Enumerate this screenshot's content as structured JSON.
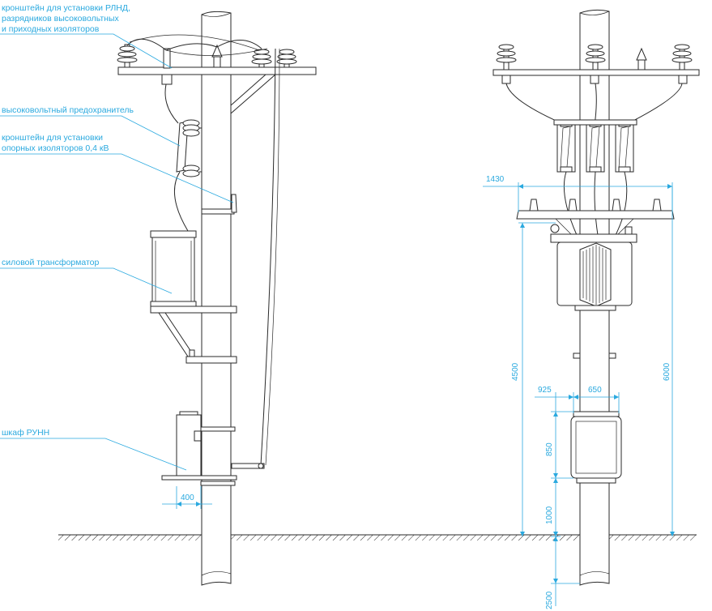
{
  "labels": {
    "bracket_rlnd_1": "кронштейн для установки РЛНД,",
    "bracket_rlnd_2": "разрядников высоковольтных",
    "bracket_rlnd_3": "и приходных изоляторов",
    "hv_fuse": "высоковольтный предохранитель",
    "bracket_support_1": "кронштейн для установки",
    "bracket_support_2": "опорных изоляторов 0,4 кВ",
    "transformer": "силовой трансформатор",
    "cabinet": "шкаф РУНН"
  },
  "dimensions": {
    "d400": "400",
    "d1430": "1430",
    "d4500": "4500",
    "d6000": "6000",
    "d925": "925",
    "d650": "650",
    "d850": "850",
    "d1000": "1000",
    "d2500": "2500"
  },
  "colors": {
    "line": "#2a2a2a",
    "annotation": "#2aa9df"
  }
}
